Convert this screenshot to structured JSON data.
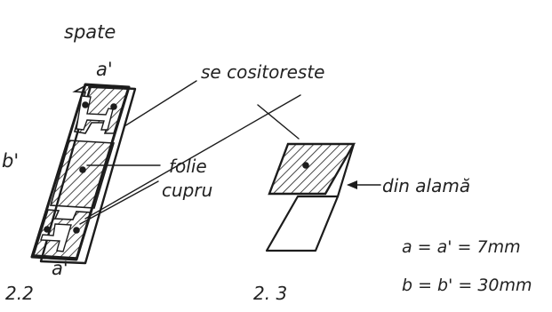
{
  "figure": {
    "top_label": "spate",
    "dimension_a_prime_top": "a'",
    "dimension_b_prime": "b'",
    "dimension_a_prime_bottom": "a'",
    "callout_solder": "se cositoreste",
    "callout_foil_line1": "folie",
    "callout_foil_line2": "cupru",
    "callout_material": "din alamă",
    "equation_a": "a = a' = 7mm",
    "equation_b": "b = b' = 30mm",
    "fig_number_left": "2.2",
    "fig_number_right": "2. 3"
  },
  "colors": {
    "ink": "#1c1c1c",
    "paper": "#ffffff"
  }
}
